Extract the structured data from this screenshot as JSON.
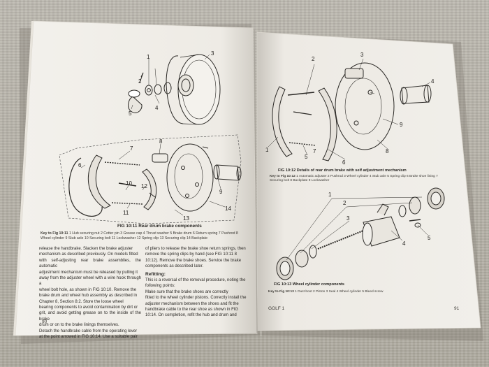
{
  "left_page": {
    "figure_top": {
      "callouts": [
        "1",
        "2",
        "3",
        "4",
        "5"
      ]
    },
    "figure_bottom": {
      "callouts": [
        "6",
        "7",
        "8",
        "9",
        "10",
        "11",
        "12",
        "13",
        "14"
      ]
    },
    "caption": "FIG 10:11  Rear drum brake components",
    "key_title": "Key to Fig 10:11",
    "key_text": "1 Hub securing nut   2 Cotter pin   3 Grease cap   4 Thrust washer   5 Brake drum   6 Return spring   7 Pushrod   8 Wheel cylinder   9 Stub axle   10 Securing bolt   11 Lockwasher   12 Spring clip   13 Securing clip   14 Backplate",
    "body_lines": [
      "release the handbrake. Slacken the brake adjuster",
      "mechanism as described previously. On models fitted",
      "with self-adjusting rear brake assemblies, the automatic",
      "adjustment mechanism must be released by pulling it",
      "away from the adjuster wheel with a wire hook through a",
      "wheel bolt hole, as shown in FIG 10:10. Remove the",
      "brake drum and wheel hub assembly as described in",
      "Chapter 8, Section 8:2. Store the loose wheel",
      "bearing components to avoid contamination by dirt or",
      "grit, and avoid getting grease on to the inside of the brake",
      "drum or on to the brake linings themselves.",
      "Detach the handbrake cable from the operating lever",
      "at the point arrowed in FIG 10:14. Use a suitable pair"
    ],
    "body_lines_right": [
      "of pliers to release the brake shoe return springs, then",
      "remove the spring clips by hand (see FIG 10:11 8",
      "10:12). Remove the brake shoes. Service the brake",
      "components as described later."
    ],
    "refitting_heading": "Refitting:",
    "refitting_lines": [
      "This is a reversal of the removal procedure, noting the",
      "following points:",
      "Make sure that the brake shoes are correctly",
      "fitted to the wheel cylinder pistons. Correctly install the",
      "adjuster mechanism between the shoes and fit the",
      "handbrake cable to the rear shoe as shown in FIG",
      "10:14. On completion, refit the hub and drum and"
    ],
    "page_number": "90"
  },
  "right_page": {
    "figure_top": {
      "callouts": [
        "1",
        "2",
        "3",
        "4",
        "5",
        "6",
        "7",
        "8",
        "9"
      ]
    },
    "caption_top": "FIG 10:12  Details of rear drum brake with self adjustment mechanism",
    "key_top_title": "Key to Fig 10:12",
    "key_top_text": "1 Automatic adjuster   2 Pushrod   3 Wheel cylinder   4 Stub axle   5 Spring clip   6 Brake shoe lining   7 Securing bolt   8 Backplate   9 Lockwasher",
    "figure_bottom": {
      "callouts": [
        "1",
        "2",
        "3",
        "4",
        "5"
      ]
    },
    "caption_bottom": "FIG 10:13  Wheel cylinder components",
    "key_bottom_title": "Key to Fig 10:13",
    "key_bottom_text": "1 Dust boot   2 Piston   3 Seal   4 Wheel cylinder   5 Bleed screw",
    "footer_left": "GOLF 1",
    "page_number": "91"
  }
}
